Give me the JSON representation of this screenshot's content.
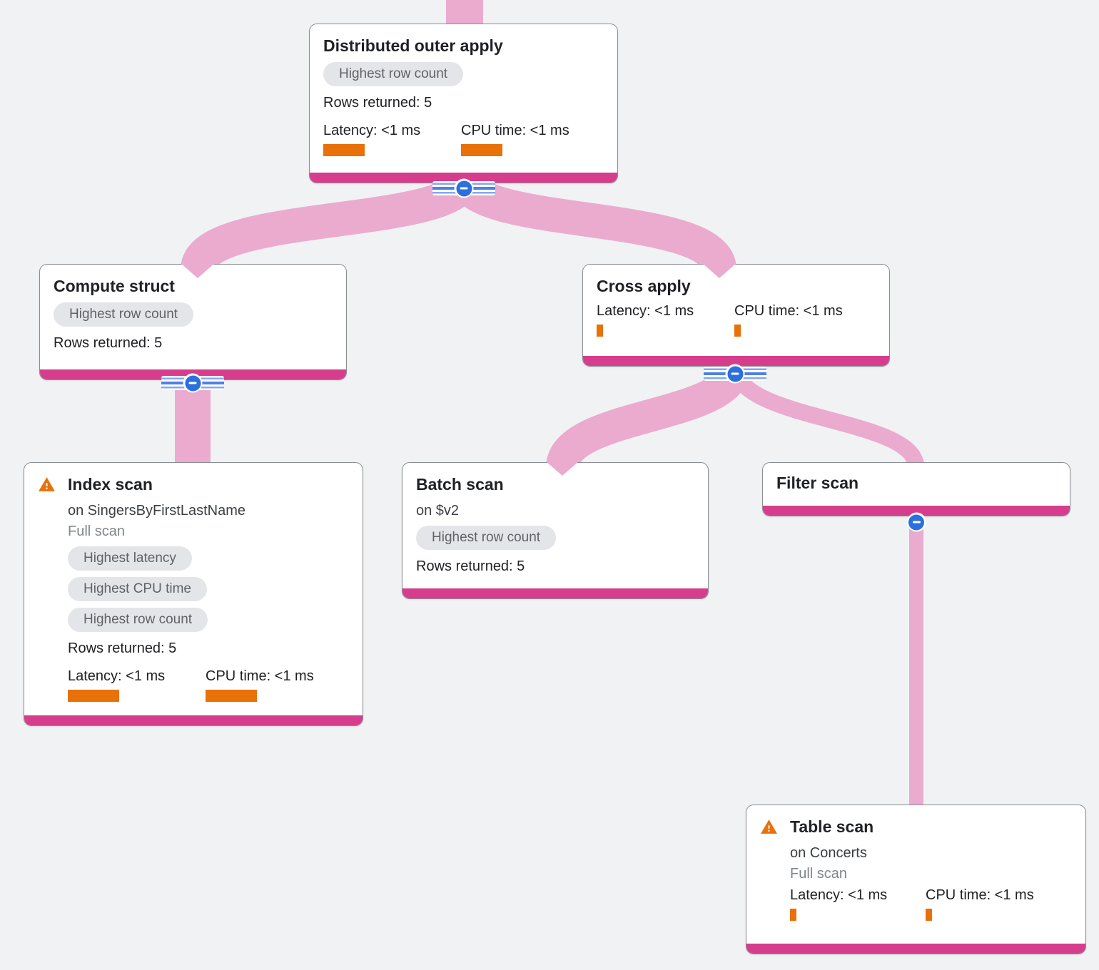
{
  "colors": {
    "background": "#f1f2f4",
    "node_strip": "#d63e8d",
    "link": "#ebabcf",
    "metric_bar": "#e8710a",
    "warning": "#e8710a",
    "collapse_button": "#2b70dd",
    "badge_bg": "#e4e5e8",
    "badge_text": "#5f6368"
  },
  "nodes": {
    "distributed_outer_apply": {
      "title": "Distributed outer apply",
      "badge": "Highest row count",
      "rows_returned": "Rows returned: 5",
      "latency_label": "Latency: <1 ms",
      "cpu_label": "CPU time: <1 ms"
    },
    "compute_struct": {
      "title": "Compute struct",
      "badge": "Highest row count",
      "rows_returned": "Rows returned: 5"
    },
    "cross_apply": {
      "title": "Cross apply",
      "latency_label": "Latency: <1 ms",
      "cpu_label": "CPU time: <1 ms"
    },
    "index_scan": {
      "title": "Index scan",
      "target": "on SingersByFirstLastName",
      "scan_mode": "Full scan",
      "badge_latency": "Highest latency",
      "badge_cpu": "Highest CPU time",
      "badge_rows": "Highest row count",
      "rows_returned": "Rows returned: 5",
      "latency_label": "Latency: <1 ms",
      "cpu_label": "CPU time: <1 ms"
    },
    "batch_scan": {
      "title": "Batch scan",
      "target": "on $v2",
      "badge": "Highest row count",
      "rows_returned": "Rows returned: 5"
    },
    "filter_scan": {
      "title": "Filter scan"
    },
    "table_scan": {
      "title": "Table scan",
      "target": "on Concerts",
      "scan_mode": "Full scan",
      "latency_label": "Latency: <1 ms",
      "cpu_label": "CPU time: <1 ms"
    }
  }
}
